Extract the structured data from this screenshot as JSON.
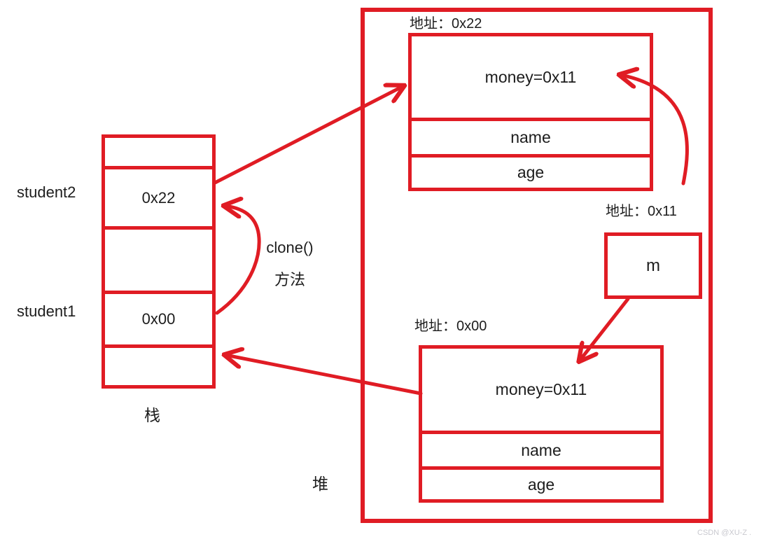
{
  "diagram": {
    "colors": {
      "line_red": "#e01c24",
      "text_black": "#1d1d1d",
      "watermark_gray": "#c9c9cf"
    },
    "stack": {
      "zone_label": "栈",
      "slots": [
        {
          "name": "",
          "value": ""
        },
        {
          "name": "student2",
          "value": "0x22"
        },
        {
          "name": "",
          "value": ""
        },
        {
          "name": "student1",
          "value": "0x00"
        },
        {
          "name": "",
          "value": ""
        }
      ]
    },
    "heap": {
      "zone_label": "堆",
      "objects": [
        {
          "address_label": "地址：0x22",
          "rows": [
            "money=0x11",
            "name",
            "age"
          ]
        },
        {
          "address_label": "地址：0x00",
          "rows": [
            "money=0x11",
            "name",
            "age"
          ]
        }
      ],
      "member_box": {
        "address_label": "地址：0x11",
        "value": "m"
      }
    },
    "annotations": {
      "clone_line1": "clone()",
      "clone_line2": "方法"
    },
    "watermark": "CSDN @XU-Z ."
  }
}
